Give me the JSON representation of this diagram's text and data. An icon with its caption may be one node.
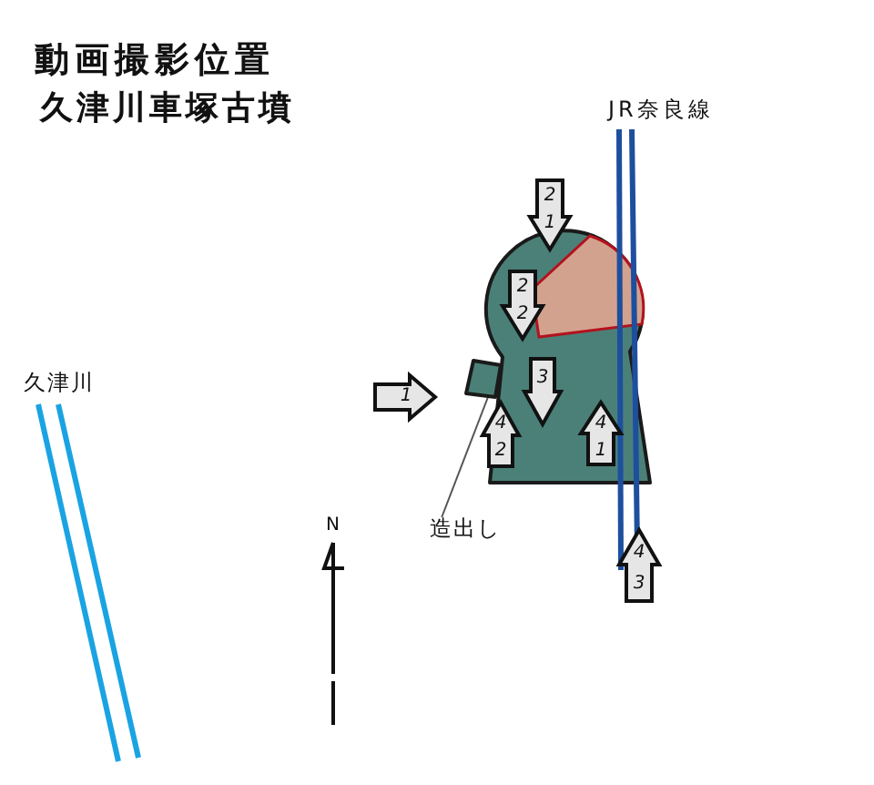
{
  "diagram": {
    "title": "動画撮影位置",
    "nodes": [
      {
        "text": [
          "2",
          "1"
        ]
      },
      {
        "text": [
          "2",
          "2"
        ]
      },
      {
        "text": [
          "1"
        ]
      },
      {
        "text": [],
        "shape": "box"
      },
      {
        "text": [
          "3"
        ]
      },
      {
        "text": [
          "4",
          "2"
        ]
      },
      {
        "text": [
          "4",
          "1"
        ]
      },
      {
        "text": [
          "造出し"
        ]
      },
      {
        "text": [
          "4",
          "3"
        ]
      }
    ],
    "edges": [
      {
        "from": 7,
        "to": 3,
        "arrow": "none"
      }
    ],
    "labels": [
      "久津川車塚古墳",
      "JR奈良線",
      "久津川",
      "N"
    ]
  }
}
